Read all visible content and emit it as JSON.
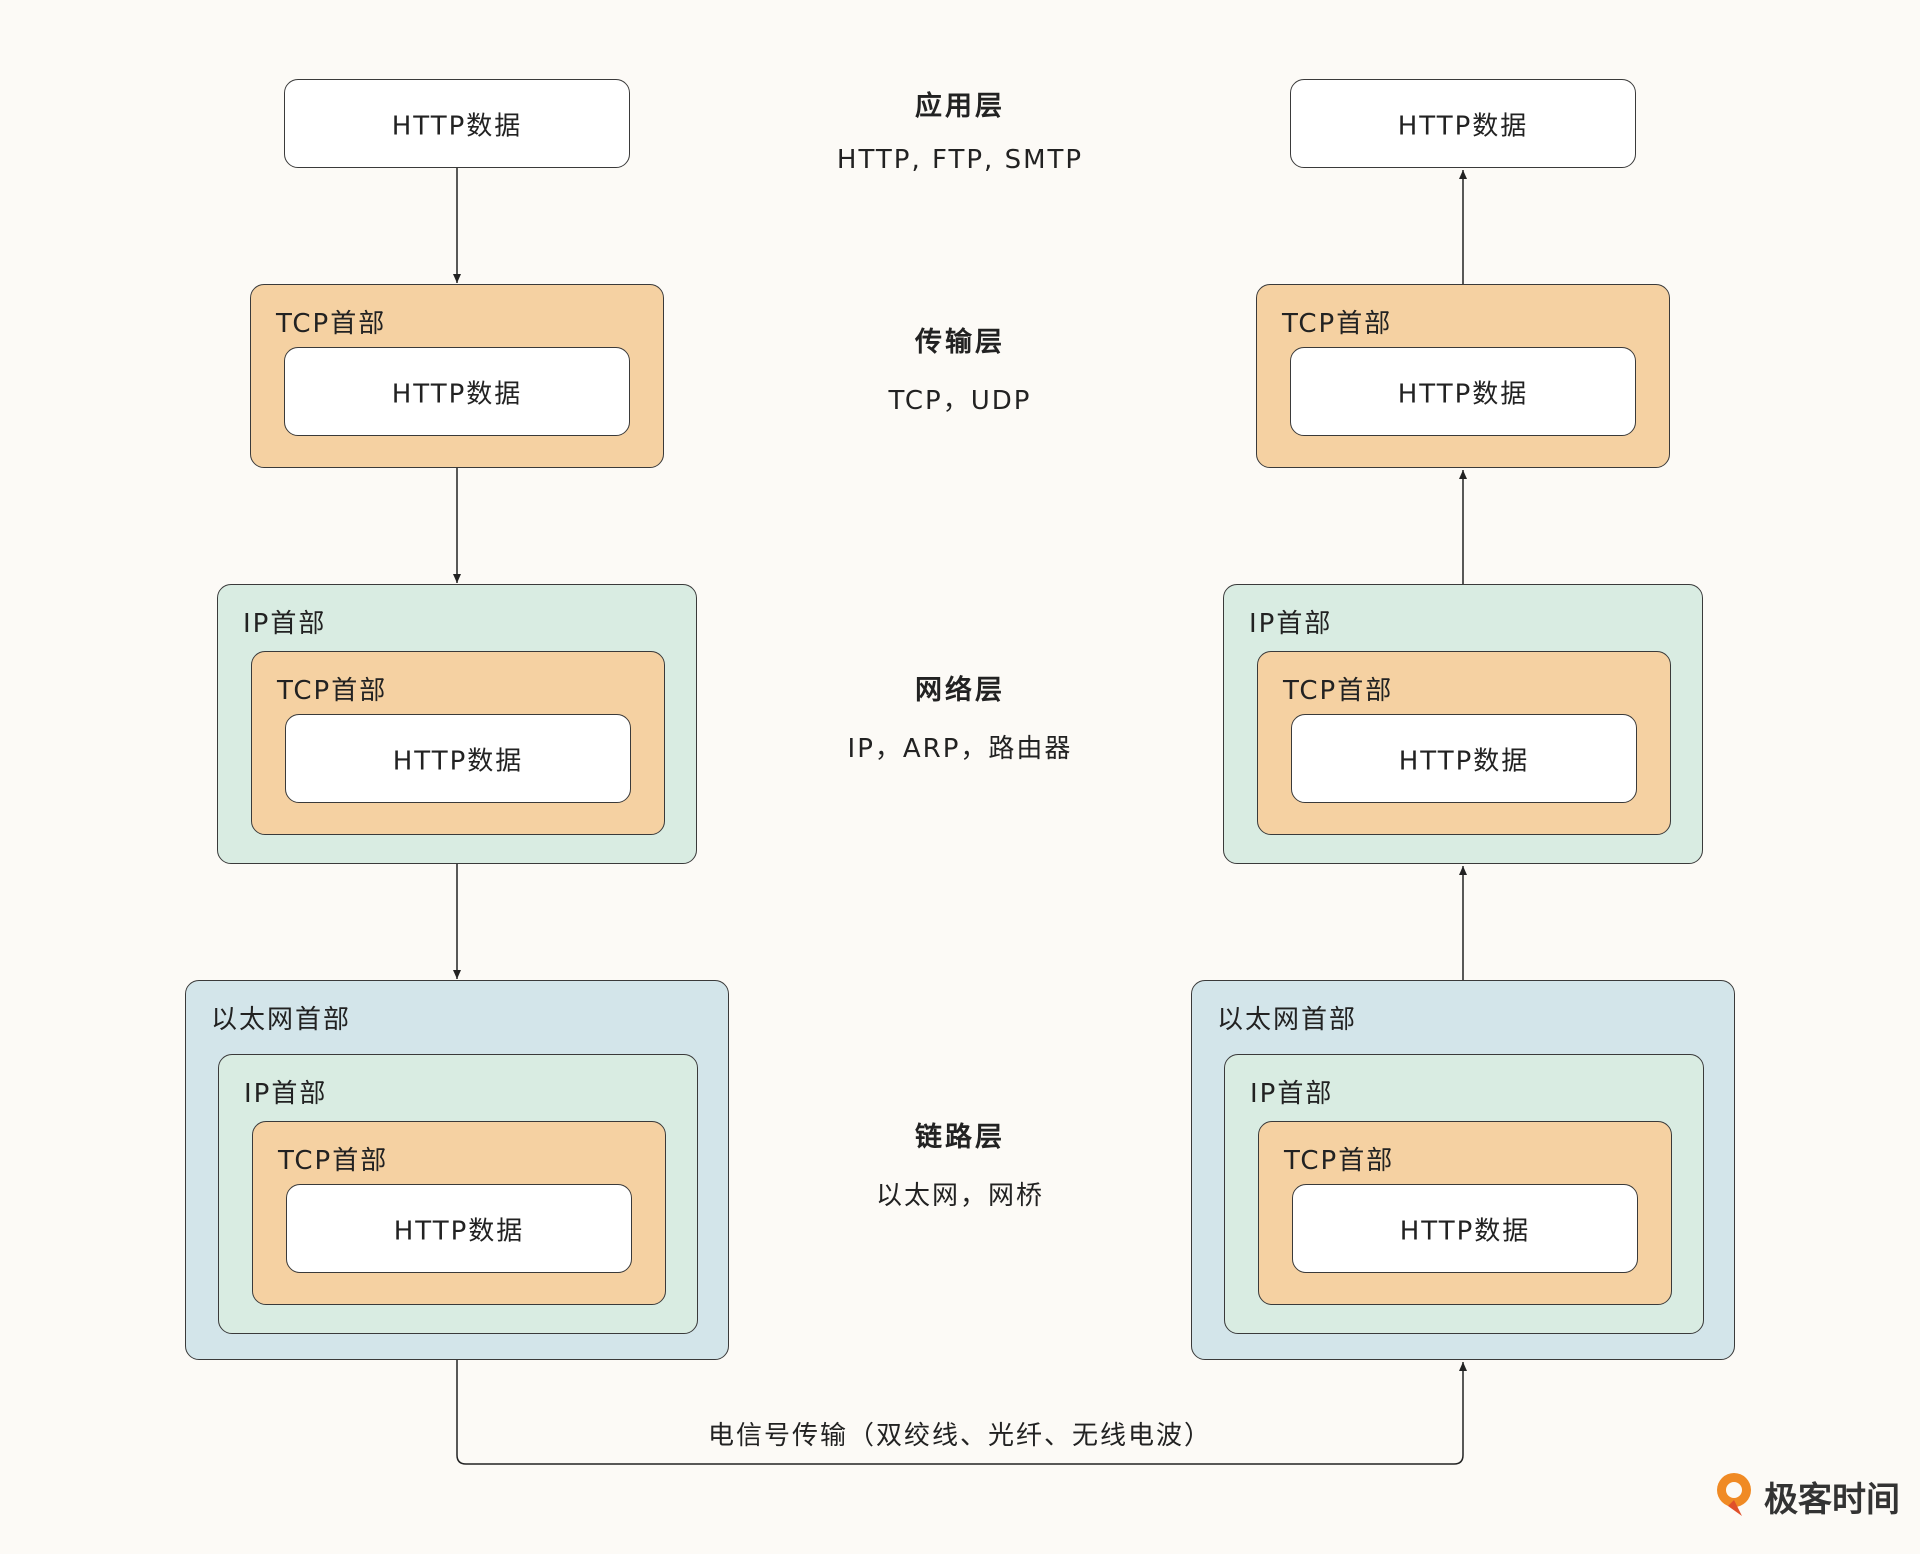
{
  "labels": {
    "http_data": "HTTP数据",
    "tcp_header": "TCP首部",
    "ip_header": "IP首部",
    "eth_header": "以太网首部"
  },
  "layers": {
    "application": {
      "title": "应用层",
      "protocols": "HTTP, FTP, SMTP"
    },
    "transport": {
      "title": "传输层",
      "protocols": "TCP，UDP"
    },
    "network": {
      "title": "网络层",
      "protocols": "IP，ARP，路由器"
    },
    "link": {
      "title": "链路层",
      "protocols": "以太网，网桥"
    }
  },
  "physical_link": "电信号传输（双绞线、光纤、无线电波）",
  "logo": {
    "text": "极客时间",
    "icon": "geektime-logo-icon",
    "color": "#f08a24"
  },
  "colors": {
    "http": "#ffffff",
    "tcp": "#f5d1a2",
    "ip": "#d9ece2",
    "ethernet": "#d3e5ea",
    "background": "#fcfaf6"
  }
}
